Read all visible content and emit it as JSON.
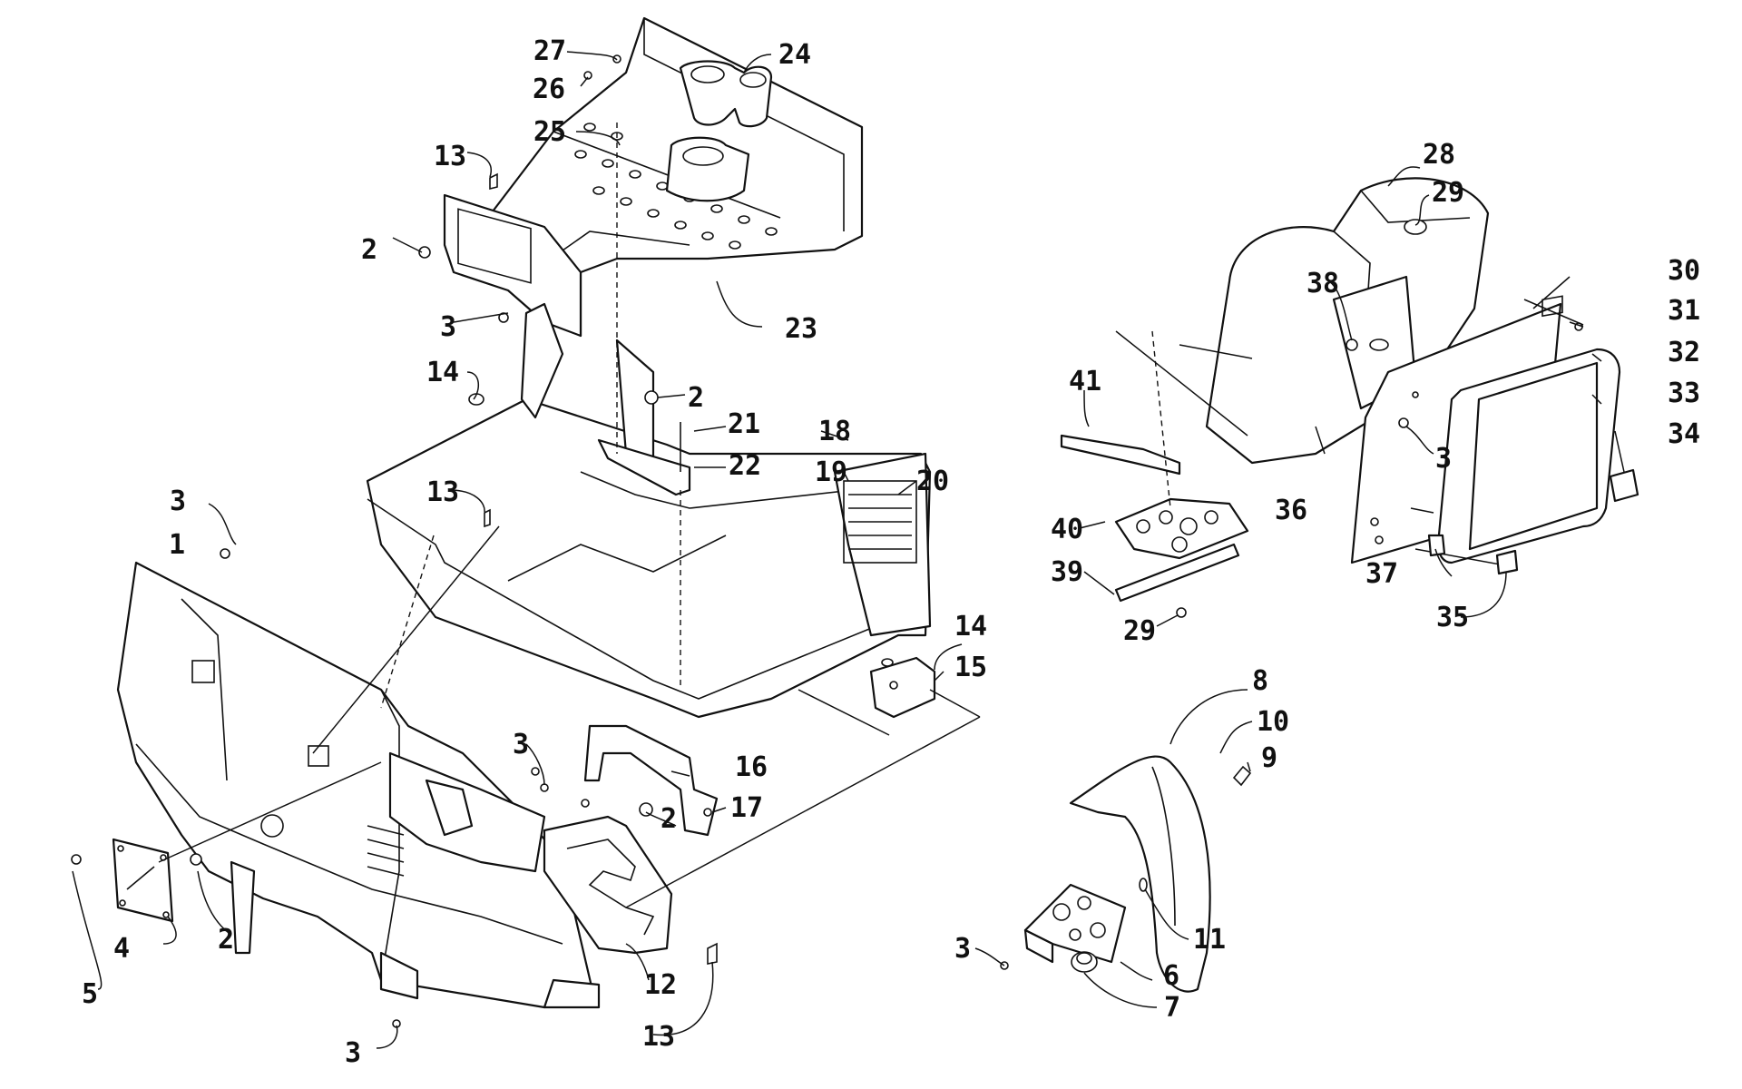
{
  "diagram": {
    "callouts": [
      {
        "id": "c1",
        "text": "1"
      },
      {
        "id": "c2a",
        "text": "2"
      },
      {
        "id": "c2b",
        "text": "2"
      },
      {
        "id": "c2c",
        "text": "2"
      },
      {
        "id": "c2d",
        "text": "2"
      },
      {
        "id": "c3a",
        "text": "3"
      },
      {
        "id": "c3b",
        "text": "3"
      },
      {
        "id": "c3c",
        "text": "3"
      },
      {
        "id": "c3d",
        "text": "3"
      },
      {
        "id": "c3e",
        "text": "3"
      },
      {
        "id": "c3f",
        "text": "3"
      },
      {
        "id": "c4",
        "text": "4"
      },
      {
        "id": "c5",
        "text": "5"
      },
      {
        "id": "c6",
        "text": "6"
      },
      {
        "id": "c7",
        "text": "7"
      },
      {
        "id": "c8",
        "text": "8"
      },
      {
        "id": "c9",
        "text": "9"
      },
      {
        "id": "c10",
        "text": "10"
      },
      {
        "id": "c11",
        "text": "11"
      },
      {
        "id": "c12",
        "text": "12"
      },
      {
        "id": "c13a",
        "text": "13"
      },
      {
        "id": "c13b",
        "text": "13"
      },
      {
        "id": "c13c",
        "text": "13"
      },
      {
        "id": "c14a",
        "text": "14"
      },
      {
        "id": "c14b",
        "text": "14"
      },
      {
        "id": "c15",
        "text": "15"
      },
      {
        "id": "c16",
        "text": "16"
      },
      {
        "id": "c17",
        "text": "17"
      },
      {
        "id": "c18",
        "text": "18"
      },
      {
        "id": "c19",
        "text": "19"
      },
      {
        "id": "c20",
        "text": "20"
      },
      {
        "id": "c21",
        "text": "21"
      },
      {
        "id": "c22",
        "text": "22"
      },
      {
        "id": "c23",
        "text": "23"
      },
      {
        "id": "c24",
        "text": "24"
      },
      {
        "id": "c25",
        "text": "25"
      },
      {
        "id": "c26",
        "text": "26"
      },
      {
        "id": "c27",
        "text": "27"
      },
      {
        "id": "c28",
        "text": "28"
      },
      {
        "id": "c29a",
        "text": "29"
      },
      {
        "id": "c29b",
        "text": "29"
      },
      {
        "id": "c30",
        "text": "30"
      },
      {
        "id": "c31",
        "text": "31"
      },
      {
        "id": "c32",
        "text": "32"
      },
      {
        "id": "c33",
        "text": "33"
      },
      {
        "id": "c34",
        "text": "34"
      },
      {
        "id": "c35",
        "text": "35"
      },
      {
        "id": "c36",
        "text": "36"
      },
      {
        "id": "c37",
        "text": "37"
      },
      {
        "id": "c38",
        "text": "38"
      },
      {
        "id": "c39",
        "text": "39"
      },
      {
        "id": "c40",
        "text": "40"
      },
      {
        "id": "c41",
        "text": "41"
      }
    ]
  }
}
